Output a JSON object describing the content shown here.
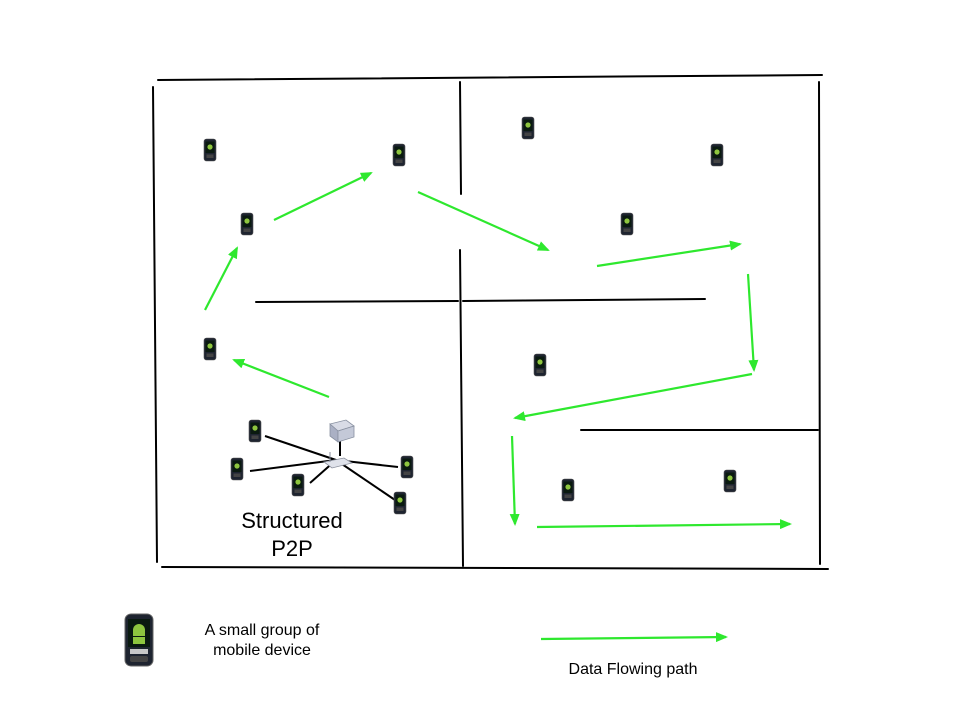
{
  "diagram": {
    "structured_p2p_label": [
      "Structured",
      "P2P"
    ],
    "legend": {
      "device_label": [
        "A small group of",
        "mobile device"
      ],
      "flow_label": "Data Flowing path"
    }
  },
  "colors": {
    "flow_arrow": "#2ee82e",
    "wall": "#000000",
    "device_body": "#1e2430",
    "device_screen": "#0a1a10",
    "device_icon": "#8ec63f"
  },
  "icons": {
    "device": "mobile-phone-icon",
    "router": "wireless-router-icon",
    "server": "server-icon"
  }
}
